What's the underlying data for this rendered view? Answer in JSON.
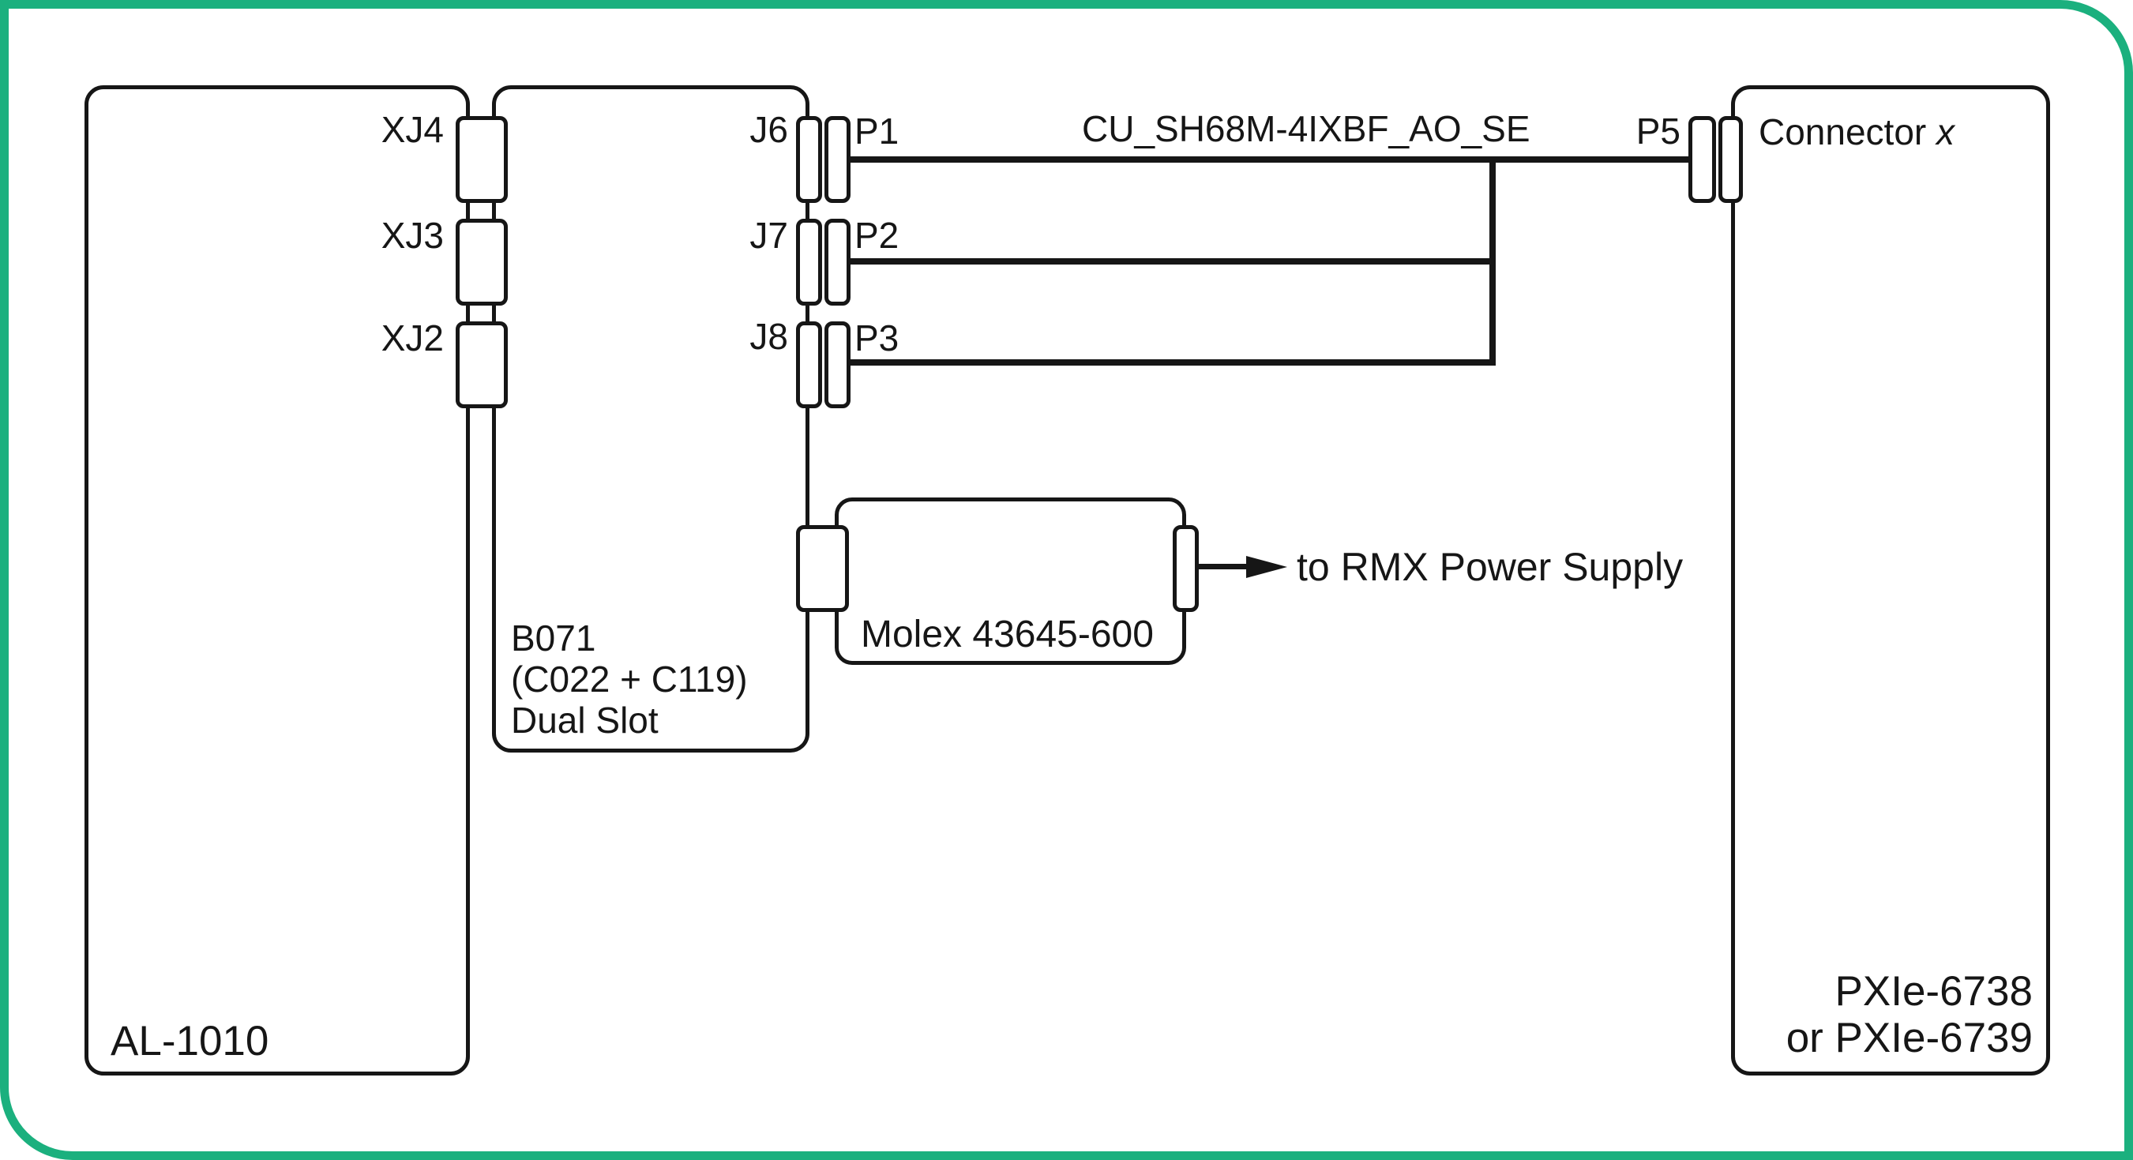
{
  "colors": {
    "frame_green": "#1bb07e",
    "line_black": "#161616"
  },
  "boxes": {
    "al1010": {
      "label": "AL-1010"
    },
    "b071": {
      "line1": "B071",
      "line2": "(C022 + C119)",
      "line3": "Dual Slot"
    },
    "pxie": {
      "line1": "PXIe-6738",
      "line2": "or PXIe-6739"
    },
    "molex": {
      "label": "Molex 43645-600"
    }
  },
  "connectors": {
    "xj4": "XJ4",
    "xj3": "XJ3",
    "xj2": "XJ2",
    "j6": "J6",
    "j7": "J7",
    "j8": "J8",
    "p1": "P1",
    "p2": "P2",
    "p3": "P3",
    "p5": "P5",
    "connector_x": {
      "prefix": "Connector ",
      "x": "x"
    }
  },
  "cable": {
    "label": "CU_SH68M-4IXBF_AO_SE"
  },
  "power": {
    "label": "to RMX Power Supply"
  }
}
